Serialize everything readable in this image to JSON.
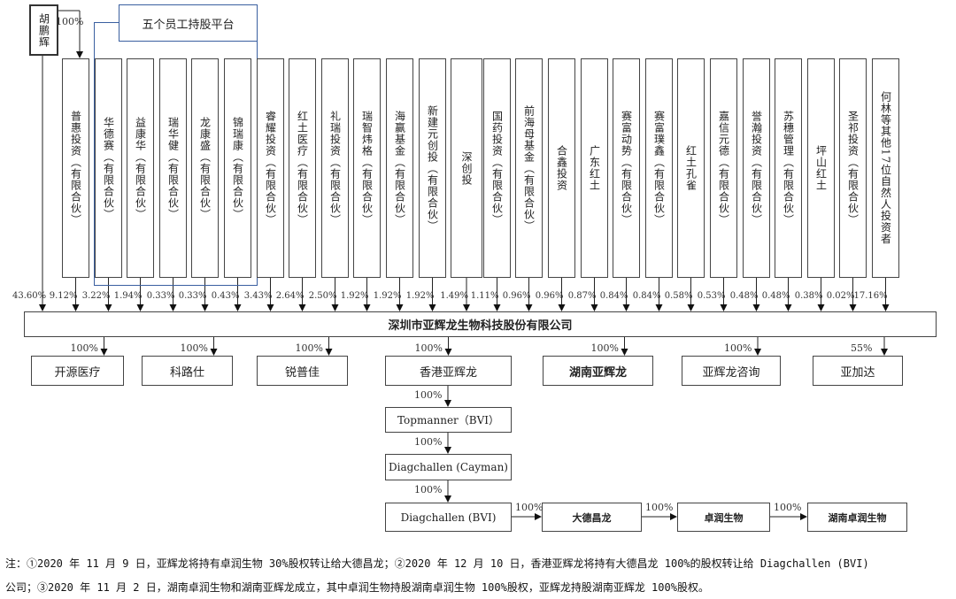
{
  "founder": {
    "name": "胡鹏辉",
    "pct_to_puhui": "100%",
    "pct_to_company": "43.60%"
  },
  "esop_group_label": "五个员工持股平台",
  "holders": [
    {
      "name": "普惠投资（有限合伙）",
      "pct": "9.12%"
    },
    {
      "name": "华德赛（有限合伙）",
      "pct": "3.22%"
    },
    {
      "name": "益康华（有限合伙）",
      "pct": "1.94%"
    },
    {
      "name": "瑞华健（有限合伙）",
      "pct": "0.33%"
    },
    {
      "name": "龙康盛（有限合伙）",
      "pct": "0.33%"
    },
    {
      "name": "锦瑞康（有限合伙）",
      "pct": "0.43%"
    },
    {
      "name": "睿耀投资（有限合伙）",
      "pct": "3.43%"
    },
    {
      "name": "红土医疗（有限合伙）",
      "pct": "2.64%"
    },
    {
      "name": "礼瑞投资（有限合伙）",
      "pct": "2.50%"
    },
    {
      "name": "瑞智炜格（有限合伙）",
      "pct": "1.92%"
    },
    {
      "name": "海赢基金（有限合伙）",
      "pct": "1.92%"
    },
    {
      "name": "新建元创投（有限合伙）",
      "pct": "1.92%"
    },
    {
      "name": "深创投",
      "pct": "1.49%"
    },
    {
      "name": "国药投资（有限合伙）",
      "pct": "1.11%"
    },
    {
      "name": "前海母基金（有限合伙）",
      "pct": "0.96%"
    },
    {
      "name": "合鑫投资",
      "pct": "0.96%"
    },
    {
      "name": "广东红土",
      "pct": "0.87%"
    },
    {
      "name": "赛富动势（有限合伙）",
      "pct": "0.84%"
    },
    {
      "name": "赛富璞鑫（有限合伙）",
      "pct": "0.84%"
    },
    {
      "name": "红土孔雀",
      "pct": "0.58%"
    },
    {
      "name": "嘉信元德（有限合伙）",
      "pct": "0.53%"
    },
    {
      "name": "誉瀚投资（有限合伙）",
      "pct": "0.48%"
    },
    {
      "name": "苏穗管理（有限合伙）",
      "pct": "0.48%"
    },
    {
      "name": "坪山红土",
      "pct": "0.38%"
    },
    {
      "name": "圣祁投资（有限合伙）",
      "pct": "0.02%"
    },
    {
      "name": "何林等其他17位自然人投资者",
      "pct": "17.16%"
    }
  ],
  "company": "深圳市亚辉龙生物科技股份有限公司",
  "subsidiaries": [
    {
      "name": "开源医疗",
      "pct": "100%",
      "bold": false
    },
    {
      "name": "科路仕",
      "pct": "100%",
      "bold": false
    },
    {
      "name": "锐普佳",
      "pct": "100%",
      "bold": false
    },
    {
      "name": "香港亚辉龙",
      "pct": "100%",
      "bold": false
    },
    {
      "name": "湖南亚辉龙",
      "pct": "100%",
      "bold": true
    },
    {
      "name": "亚辉龙咨询",
      "pct": "100%",
      "bold": false
    },
    {
      "name": "亚加达",
      "pct": "55%",
      "bold": false
    }
  ],
  "chain": [
    {
      "name": "Topmanner（BVI）",
      "pct": "100%"
    },
    {
      "name": "Diagchallen (Cayman)",
      "pct": "100%"
    },
    {
      "name": "Diagchallen (BVI)",
      "pct": "100%"
    }
  ],
  "horizontal_chain": [
    {
      "name": "大德昌龙",
      "pct": "100%"
    },
    {
      "name": "卓润生物",
      "pct": "100%"
    },
    {
      "name": "湖南卓润生物",
      "pct": "100%"
    }
  ],
  "notes": [
    "注：①2020 年 11 月 9 日，亚辉龙将持有卓润生物 30%股权转让给大德昌龙；②2020 年 12 月 10 日，香港亚辉龙将持有大德昌龙 100%的股权转让给 Diagchallen (BVI)",
    "公司；③2020 年 11 月 2 日，湖南卓润生物和湖南亚辉龙成立，其中卓润生物持股湖南卓润生物 100%股权，亚辉龙持股湖南亚辉龙 100%股权。"
  ]
}
